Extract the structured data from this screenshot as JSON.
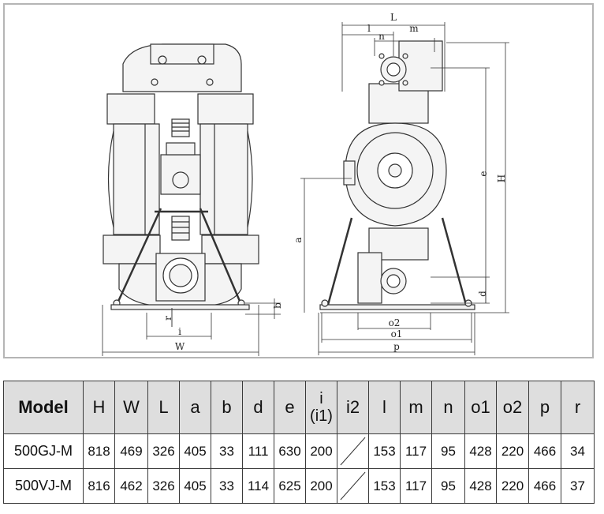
{
  "front_view": {
    "dims": {
      "r": "r",
      "i": "i",
      "W": "W",
      "b": "b"
    }
  },
  "side_view": {
    "dims": {
      "L": "L",
      "l": "l",
      "n": "n",
      "m": "m",
      "a": "a",
      "e": "e",
      "H": "H",
      "d": "d",
      "o2": "o2",
      "o1": "o1",
      "p": "p"
    }
  },
  "spec_table": {
    "headers": [
      {
        "key": "model",
        "label": "Model"
      },
      {
        "key": "H",
        "label": "H"
      },
      {
        "key": "W",
        "label": "W"
      },
      {
        "key": "L",
        "label": "L"
      },
      {
        "key": "a",
        "label": "a"
      },
      {
        "key": "b",
        "label": "b"
      },
      {
        "key": "d",
        "label": "d"
      },
      {
        "key": "e",
        "label": "e"
      },
      {
        "key": "i",
        "label": "i",
        "sub": "(i1)"
      },
      {
        "key": "i2",
        "label": "i2"
      },
      {
        "key": "l",
        "label": "l"
      },
      {
        "key": "m",
        "label": "m"
      },
      {
        "key": "n",
        "label": "n"
      },
      {
        "key": "o1",
        "label": "o1"
      },
      {
        "key": "o2",
        "label": "o2"
      },
      {
        "key": "p",
        "label": "p"
      },
      {
        "key": "r",
        "label": "r"
      }
    ],
    "rows": [
      {
        "cells": [
          "500GJ-M",
          "818",
          "469",
          "326",
          "405",
          "33",
          "111",
          "630",
          "200",
          "",
          "153",
          "117",
          "95",
          "428",
          "220",
          "466",
          "34"
        ]
      },
      {
        "cells": [
          "500VJ-M",
          "816",
          "462",
          "326",
          "405",
          "33",
          "114",
          "625",
          "200",
          "",
          "153",
          "117",
          "95",
          "428",
          "220",
          "466",
          "37"
        ]
      }
    ]
  }
}
